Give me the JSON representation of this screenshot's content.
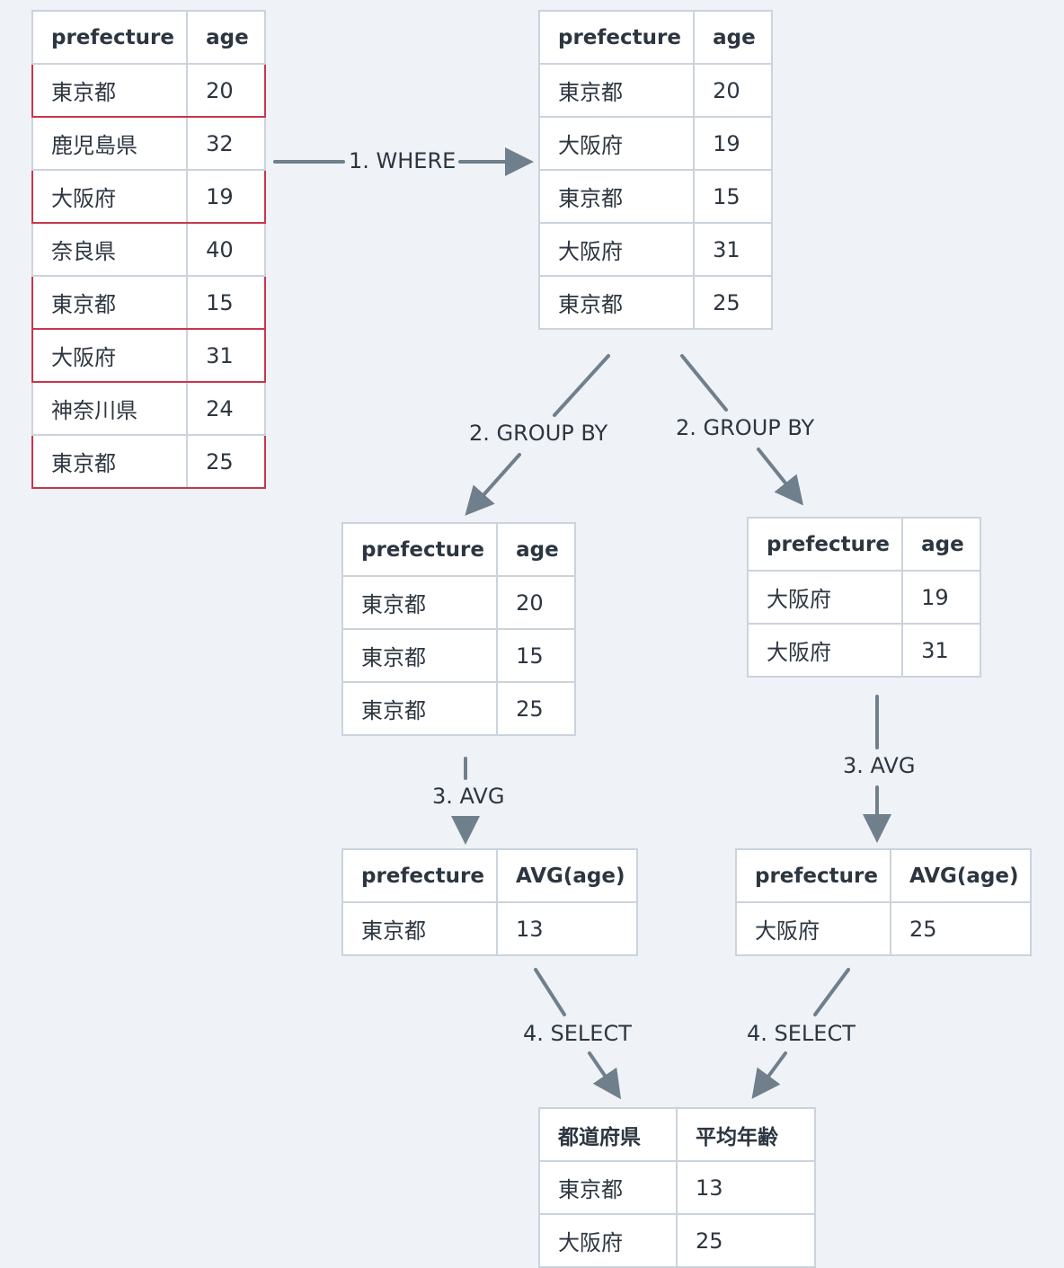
{
  "colors": {
    "background": "#eff2f6",
    "cell_border": "#cbd3dd",
    "highlight": "#c8364b",
    "arrow": "#6f7f8c",
    "text": "#2d3640"
  },
  "source_table": {
    "headers": [
      "prefecture",
      "age"
    ],
    "rows": [
      {
        "prefecture": "東京都",
        "age": "20",
        "highlighted": true
      },
      {
        "prefecture": "鹿児島県",
        "age": "32",
        "highlighted": false
      },
      {
        "prefecture": "大阪府",
        "age": "19",
        "highlighted": true
      },
      {
        "prefecture": "奈良県",
        "age": "40",
        "highlighted": false
      },
      {
        "prefecture": "東京都",
        "age": "15",
        "highlighted": true
      },
      {
        "prefecture": "大阪府",
        "age": "31",
        "highlighted": true
      },
      {
        "prefecture": "神奈川県",
        "age": "24",
        "highlighted": false
      },
      {
        "prefecture": "東京都",
        "age": "25",
        "highlighted": true
      }
    ]
  },
  "where_table": {
    "headers": [
      "prefecture",
      "age"
    ],
    "rows": [
      [
        "東京都",
        "20"
      ],
      [
        "大阪府",
        "19"
      ],
      [
        "東京都",
        "15"
      ],
      [
        "大阪府",
        "31"
      ],
      [
        "東京都",
        "25"
      ]
    ]
  },
  "group_tokyo": {
    "headers": [
      "prefecture",
      "age"
    ],
    "rows": [
      [
        "東京都",
        "20"
      ],
      [
        "東京都",
        "15"
      ],
      [
        "東京都",
        "25"
      ]
    ]
  },
  "group_osaka": {
    "headers": [
      "prefecture",
      "age"
    ],
    "rows": [
      [
        "大阪府",
        "19"
      ],
      [
        "大阪府",
        "31"
      ]
    ]
  },
  "avg_tokyo": {
    "headers": [
      "prefecture",
      "AVG(age)"
    ],
    "rows": [
      [
        "東京都",
        "13"
      ]
    ]
  },
  "avg_osaka": {
    "headers": [
      "prefecture",
      "AVG(age)"
    ],
    "rows": [
      [
        "大阪府",
        "25"
      ]
    ]
  },
  "result_table": {
    "headers": [
      "都道府県",
      "平均年齢"
    ],
    "rows": [
      [
        "東京都",
        "13"
      ],
      [
        "大阪府",
        "25"
      ]
    ]
  },
  "steps": {
    "where": "1. WHERE",
    "group_left": "2. GROUP BY",
    "group_right": "2. GROUP BY",
    "avg_left": "3. AVG",
    "avg_right": "3. AVG",
    "select_left": "4. SELECT",
    "select_right": "4. SELECT"
  }
}
